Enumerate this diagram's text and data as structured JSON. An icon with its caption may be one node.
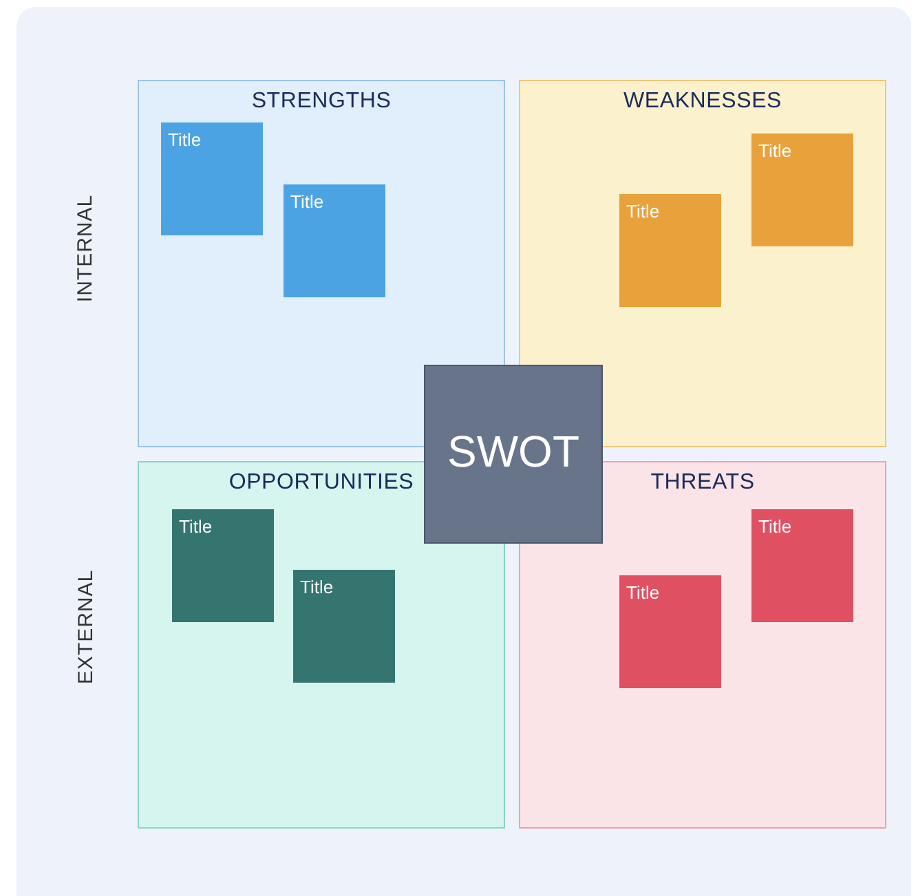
{
  "diagram": {
    "nodes": [
      {
        "text": [
          "STRENGTHS"
        ]
      },
      {
        "text": [
          "Title"
        ],
        "in": 0
      },
      {
        "text": [
          "Title"
        ],
        "in": 0
      },
      {
        "text": [
          "WEAKNESSES"
        ]
      },
      {
        "text": [
          "Title"
        ],
        "in": 3
      },
      {
        "text": [
          "Title"
        ],
        "in": 3
      },
      {
        "text": [
          "SWOT"
        ]
      },
      {
        "text": [
          "OPPORTUNITIES"
        ]
      },
      {
        "text": [
          "Title"
        ],
        "in": 7
      },
      {
        "text": [
          "Title"
        ],
        "in": 7
      },
      {
        "text": [
          "THREATS"
        ]
      },
      {
        "text": [
          "Title"
        ],
        "in": 10
      },
      {
        "text": [
          "Title"
        ],
        "in": 10
      }
    ],
    "edges": [],
    "labels": [
      "INTERNAL",
      "EXTERNAL"
    ]
  }
}
